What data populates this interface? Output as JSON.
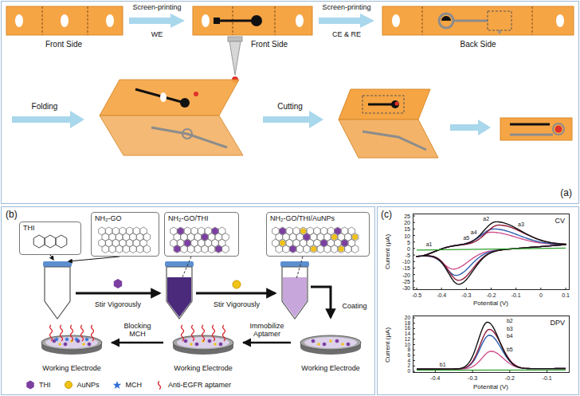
{
  "diagram": {
    "nodes": [
      {
        "text": [
          "(a)"
        ]
      },
      {
        "text": [
          "(b)"
        ]
      },
      {
        "text": [
          "(c)"
        ]
      },
      {
        "text": [
          "THI"
        ],
        "in": 1
      },
      {
        "text": [
          "NH₂-GO"
        ],
        "in": 1
      },
      {
        "text": [
          "NH₂-GO/THI"
        ],
        "in": 1
      },
      {
        "text": [
          "NH₂-GO/THI/AuNPs"
        ],
        "in": 1
      },
      {
        "text": [
          "Working Electrode"
        ],
        "in": 1
      },
      {
        "text": [
          "Working Electrode"
        ],
        "in": 1
      },
      {
        "text": [
          "Working Electrode"
        ],
        "in": 1
      },
      {
        "text": [
          "CV"
        ],
        "in": 2
      },
      {
        "text": [
          "DPV"
        ],
        "in": 2
      }
    ],
    "edges": [
      {
        "from": 9,
        "to": 8,
        "arrow": "to",
        "label": "Immobilize Aptamer"
      },
      {
        "from": 8,
        "to": 7,
        "arrow": "to",
        "label": "Blocking MCH"
      }
    ],
    "labels": [
      "Front Side",
      "Screen-printing",
      "WE",
      "Front Side",
      "Screen-printing",
      "CE & RE",
      "Back Side",
      "Folding",
      "Cutting",
      "Stir Vigorously",
      "Stir Vigorously",
      "Coating",
      "25",
      "20",
      "15",
      "10",
      "5",
      "0",
      "-5",
      "-10",
      "-15",
      "-20",
      "-25",
      "-30",
      "-0.5",
      "-0.4",
      "-0.3",
      "-0.2",
      "-0.1",
      "0",
      "0.1",
      "Current (μA)",
      "Potential (V)",
      "a1",
      "a2",
      "a3",
      "a4",
      "a5",
      "20",
      "18",
      "16",
      "14",
      "12",
      "10",
      "8",
      "6",
      "4",
      "2",
      "0",
      "-0.4",
      "-0.3",
      "-0.2",
      "-0.1",
      "Current (μA)",
      "Potential (V)",
      "b1",
      "b2",
      "b3",
      "b4",
      "b5"
    ],
    "legend": [
      {
        "text": "THI"
      },
      {
        "text": "AuNPs"
      },
      {
        "text": "MCH"
      },
      {
        "text": "Anti-EGFR aptamer"
      }
    ]
  }
}
